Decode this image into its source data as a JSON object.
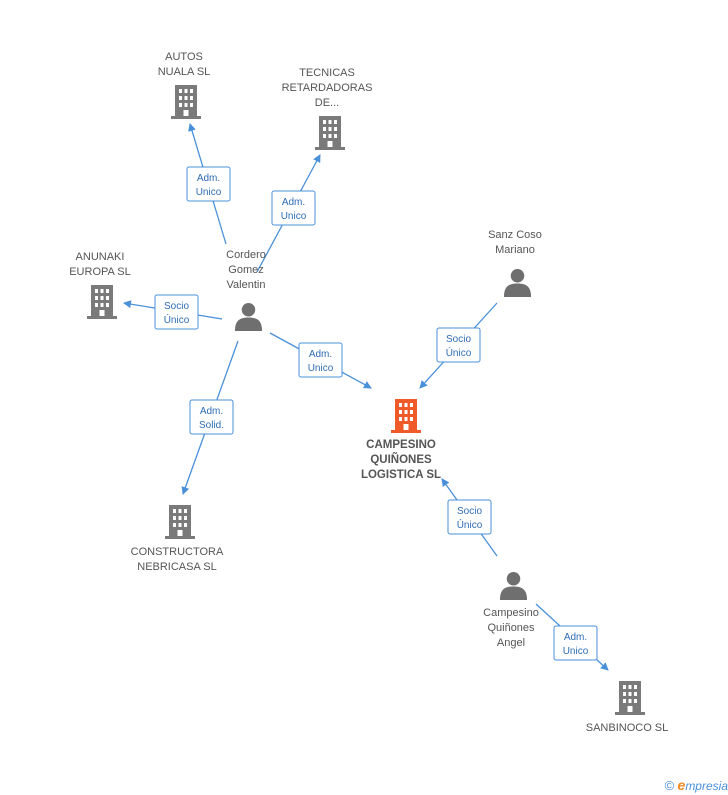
{
  "colors": {
    "edge": "#4a90d9",
    "company": "#7a7a7a",
    "main_company": "#f05a28",
    "person": "#6f6f6f"
  },
  "nodes": {
    "autos_nuala": {
      "type": "company",
      "lines": [
        "AUTOS",
        "NUALA  SL"
      ]
    },
    "tecnicas": {
      "type": "company",
      "lines": [
        "TECNICAS",
        "RETARDADORAS",
        "DE..."
      ]
    },
    "anunaki": {
      "type": "company",
      "lines": [
        "ANUNAKI",
        "EUROPA SL"
      ]
    },
    "cordero": {
      "type": "person",
      "lines": [
        "Cordero",
        "Gomez",
        "Valentin"
      ]
    },
    "sanz": {
      "type": "person",
      "lines": [
        "Sanz Coso",
        "Mariano"
      ]
    },
    "campesino_sl": {
      "type": "main",
      "lines": [
        "CAMPESINO",
        "QUIÑONES",
        "LOGISTICA SL"
      ]
    },
    "constructora": {
      "type": "company",
      "lines": [
        "CONSTRUCTORA",
        "NEBRICASA SL"
      ]
    },
    "campesino_angel": {
      "type": "person",
      "lines": [
        "Campesino",
        "Quiñones",
        "Angel"
      ]
    },
    "sanbinoco": {
      "type": "company",
      "lines": [
        "SANBINOCO SL"
      ]
    }
  },
  "edges": [
    {
      "id": "cordero-autos",
      "lines": [
        "Adm.",
        "Unico"
      ]
    },
    {
      "id": "cordero-tecnicas",
      "lines": [
        "Adm.",
        "Unico"
      ]
    },
    {
      "id": "cordero-anunaki",
      "lines": [
        "Socio",
        "Único"
      ]
    },
    {
      "id": "cordero-campesino",
      "lines": [
        "Adm.",
        "Unico"
      ]
    },
    {
      "id": "cordero-constructora",
      "lines": [
        "Adm.",
        "Solid."
      ]
    },
    {
      "id": "sanz-campesino",
      "lines": [
        "Socio",
        "Único"
      ]
    },
    {
      "id": "angel-campesino",
      "lines": [
        "Socio",
        "Único"
      ]
    },
    {
      "id": "angel-sanbinoco",
      "lines": [
        "Adm.",
        "Unico"
      ]
    }
  ],
  "footer": {
    "copyright": "©",
    "brand_e": "e",
    "brand_rest": "mpresia"
  }
}
